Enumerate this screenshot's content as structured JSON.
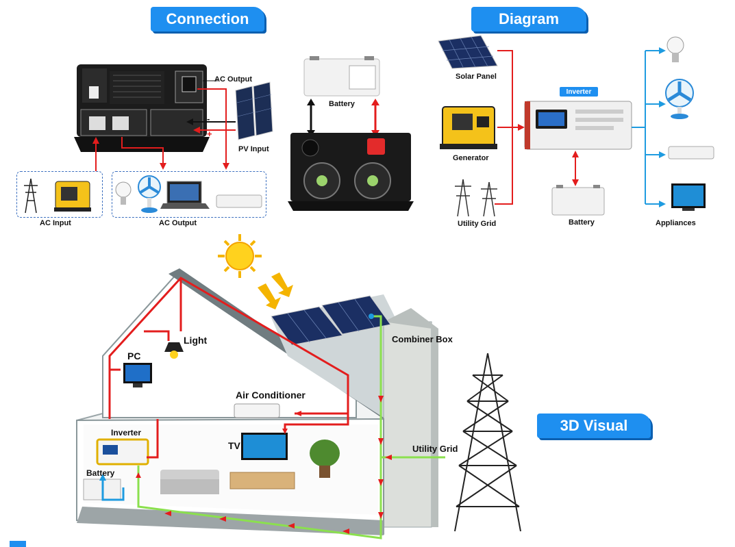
{
  "banners": {
    "connection": "Connection",
    "diagram": "Diagram",
    "visual3d": "3D Visual"
  },
  "connection": {
    "ac_output_top": "AC Output",
    "pv_input": "PV Input",
    "battery": "Battery",
    "ac_input": "AC Input",
    "ac_output_bottom": "AC Output",
    "minus": "-",
    "plus": "+"
  },
  "diagram": {
    "solar_panel": "Solar Panel",
    "generator": "Generator",
    "utility_grid": "Utility Grid",
    "inverter": "Inverter",
    "battery": "Battery",
    "appliances": "Appliances"
  },
  "visual": {
    "light": "Light",
    "pc": "PC",
    "air_conditioner": "Air Conditioner",
    "tv": "TV",
    "inverter": "Inverter",
    "battery": "Battery",
    "combiner_box": "Combiner Box",
    "utility_grid": "Utility Grid"
  },
  "colors": {
    "accent_blue": "#1e8ff0",
    "red_wire": "#e31d1d",
    "green_wire": "#8be04e",
    "blue_wire": "#1e9be0"
  }
}
